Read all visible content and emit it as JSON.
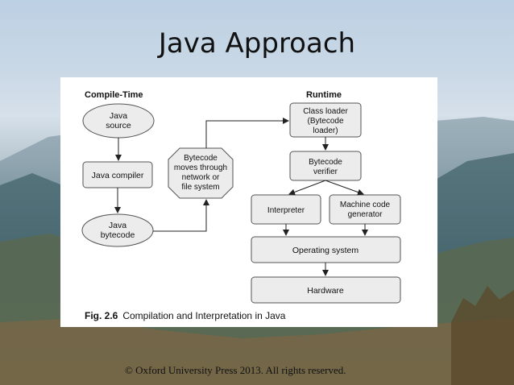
{
  "slide": {
    "title": "Java Approach",
    "copyright": "© Oxford University Press 2013. All rights reserved."
  },
  "figure": {
    "caption_number": "Fig. 2.6",
    "caption_text": "Compilation and Interpretation in Java",
    "headers": {
      "compile_time": "Compile-Time",
      "runtime": "Runtime"
    },
    "nodes": {
      "java_source": [
        "Java",
        "source"
      ],
      "java_compiler": [
        "Java compiler"
      ],
      "java_bytecode": [
        "Java",
        "bytecode"
      ],
      "bytecode_moves": [
        "Bytecode",
        "moves through",
        "network or",
        "file system"
      ],
      "class_loader": [
        "Class loader",
        "(Bytecode",
        "loader)"
      ],
      "bytecode_verifier": [
        "Bytecode",
        "verifier"
      ],
      "interpreter": [
        "Interpreter"
      ],
      "machine_code_generator": [
        "Machine code",
        "generator"
      ],
      "operating_system": [
        "Operating system"
      ],
      "hardware": [
        "Hardware"
      ]
    }
  }
}
